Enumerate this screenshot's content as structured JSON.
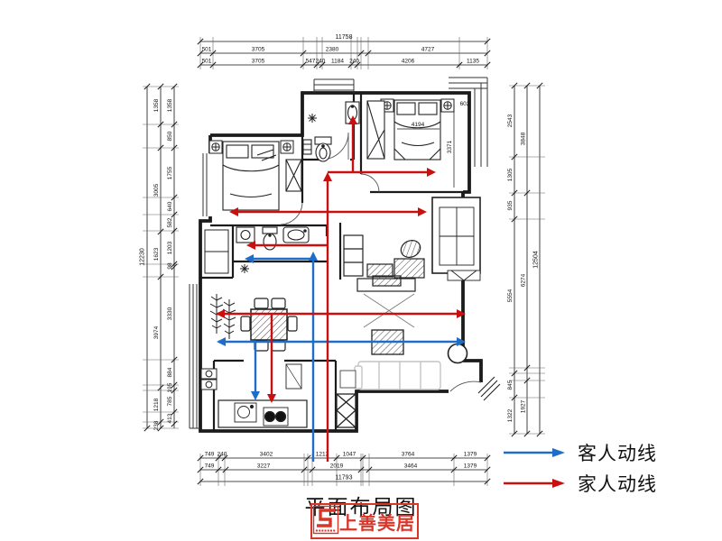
{
  "title": "平面布局图",
  "legend": {
    "guest_label": "客人动线",
    "family_label": "家人动线",
    "guest_color": "#1e6ec8",
    "family_color": "#c9100f"
  },
  "logo": {
    "name": "上善美居",
    "mark": "S",
    "color": "#d9362a"
  },
  "dims": {
    "top": {
      "total": "11758",
      "row2": [
        "501",
        "3705",
        "2380",
        "4727"
      ],
      "row3": [
        "501",
        "3705",
        "547",
        "240",
        "1184",
        "240",
        "4206",
        "1135"
      ]
    },
    "bottom": {
      "total": "11793",
      "row1": [
        "749",
        "240",
        "3402",
        "1212",
        "1047",
        "3764",
        "1379"
      ],
      "row2": [
        "749",
        "3227",
        "2019",
        "3464",
        "1379"
      ]
    },
    "left": {
      "total": "12230",
      "mid": [
        "1358",
        "3005",
        "1623",
        "3974",
        "1218",
        "238"
      ],
      "inner": [
        "1358",
        "850",
        "1755",
        "640",
        "582",
        "1203",
        "98",
        "3330",
        "884",
        "195",
        "785",
        "413"
      ]
    },
    "right": {
      "total": "12504",
      "mid": [
        "3848",
        "6274",
        "1927"
      ],
      "inner": [
        "2543",
        "1305",
        "935",
        "5554",
        "845",
        "1322"
      ]
    },
    "interior": {
      "bed_width": "4194",
      "room_depth": "3371",
      "corner": "602"
    }
  }
}
